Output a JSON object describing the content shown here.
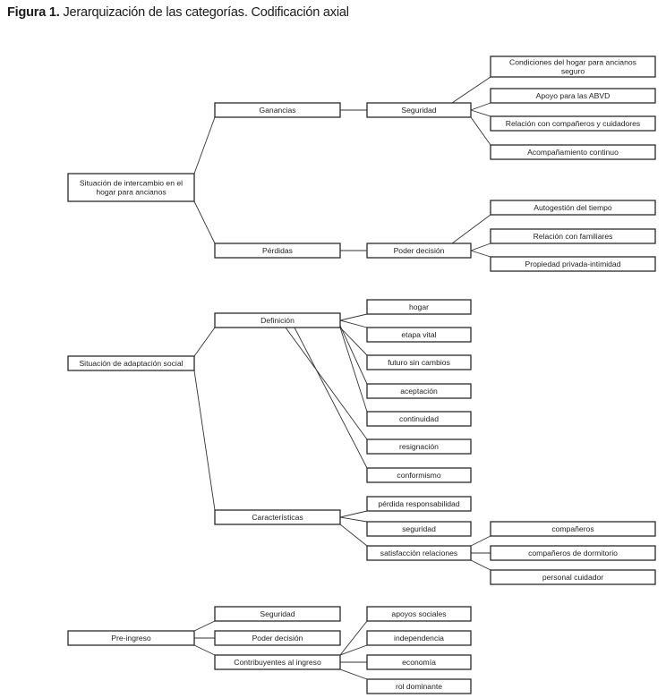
{
  "figure": {
    "label": "Figura 1.",
    "title": "Jerarquización de las categorías. Codificación axial"
  },
  "nodes": {
    "intercambio": [
      "Situación de intercambio en el",
      "hogar para ancianos"
    ],
    "ganancias": [
      "Ganancias"
    ],
    "seguridad_g": [
      "Seguridad"
    ],
    "cond_hogar": [
      "Condiciones del hogar para ancianos",
      "seguro"
    ],
    "apoyo_abvd": [
      "Apoyo para las ABVD"
    ],
    "rel_comp_cuid": [
      "Relación con compañeros y cuidadores"
    ],
    "acompanamiento": [
      "Acompañamiento continuo"
    ],
    "perdidas": [
      "Pérdidas"
    ],
    "poder_p": [
      "Poder decisión"
    ],
    "autogestion": [
      "Autogestión del tiempo"
    ],
    "rel_familiares": [
      "Relación con familiares"
    ],
    "propiedad": [
      "Propiedad privada-intimidad"
    ],
    "adaptacion": [
      "Situación de adaptación social"
    ],
    "definicion": [
      "Definición"
    ],
    "hogar": [
      "hogar"
    ],
    "etapa_vital": [
      "etapa vital"
    ],
    "futuro": [
      "futuro sin cambios"
    ],
    "aceptacion": [
      "aceptación"
    ],
    "continuidad": [
      "continuidad"
    ],
    "resignacion": [
      "resignación"
    ],
    "conformismo": [
      "conformismo"
    ],
    "caracteristicas": [
      "Características"
    ],
    "perdida_resp": [
      "pérdida responsabilidad"
    ],
    "seguridad_c": [
      "seguridad"
    ],
    "satisfaccion": [
      "satisfacción relaciones"
    ],
    "companeros": [
      "compañeros"
    ],
    "comp_dormitorio": [
      "compañeros de dormitorio"
    ],
    "personal_cuidador": [
      "personal cuidador"
    ],
    "preingreso": [
      "Pre-ingreso"
    ],
    "seguridad_pi": [
      "Seguridad"
    ],
    "poder_pi": [
      "Poder decisión"
    ],
    "contribuyentes": [
      "Contribuyentes al ingreso"
    ],
    "apoyos_sociales": [
      "apoyos sociales"
    ],
    "independencia": [
      "independencia"
    ],
    "economia": [
      "economía"
    ],
    "rol_dominante": [
      "rol dominante"
    ]
  },
  "edges": [
    [
      "intercambio",
      "ganancias"
    ],
    [
      "intercambio",
      "perdidas"
    ],
    [
      "ganancias",
      "seguridad_g"
    ],
    [
      "seguridad_g",
      "cond_hogar"
    ],
    [
      "seguridad_g",
      "apoyo_abvd"
    ],
    [
      "seguridad_g",
      "rel_comp_cuid"
    ],
    [
      "seguridad_g",
      "acompanamiento"
    ],
    [
      "perdidas",
      "poder_p"
    ],
    [
      "poder_p",
      "autogestion"
    ],
    [
      "poder_p",
      "rel_familiares"
    ],
    [
      "poder_p",
      "propiedad"
    ],
    [
      "adaptacion",
      "definicion"
    ],
    [
      "adaptacion",
      "caracteristicas"
    ],
    [
      "definicion",
      "hogar"
    ],
    [
      "definicion",
      "etapa_vital"
    ],
    [
      "definicion",
      "futuro"
    ],
    [
      "definicion",
      "aceptacion"
    ],
    [
      "definicion",
      "continuidad"
    ],
    [
      "definicion",
      "resignacion"
    ],
    [
      "definicion",
      "conformismo"
    ],
    [
      "caracteristicas",
      "perdida_resp"
    ],
    [
      "caracteristicas",
      "seguridad_c"
    ],
    [
      "caracteristicas",
      "satisfaccion"
    ],
    [
      "satisfaccion",
      "companeros"
    ],
    [
      "satisfaccion",
      "comp_dormitorio"
    ],
    [
      "satisfaccion",
      "personal_cuidador"
    ],
    [
      "preingreso",
      "seguridad_pi"
    ],
    [
      "preingreso",
      "poder_pi"
    ],
    [
      "preingreso",
      "contribuyentes"
    ],
    [
      "contribuyentes",
      "apoyos_sociales"
    ],
    [
      "contribuyentes",
      "independencia"
    ],
    [
      "contribuyentes",
      "economia"
    ],
    [
      "contribuyentes",
      "rol_dominante"
    ]
  ]
}
